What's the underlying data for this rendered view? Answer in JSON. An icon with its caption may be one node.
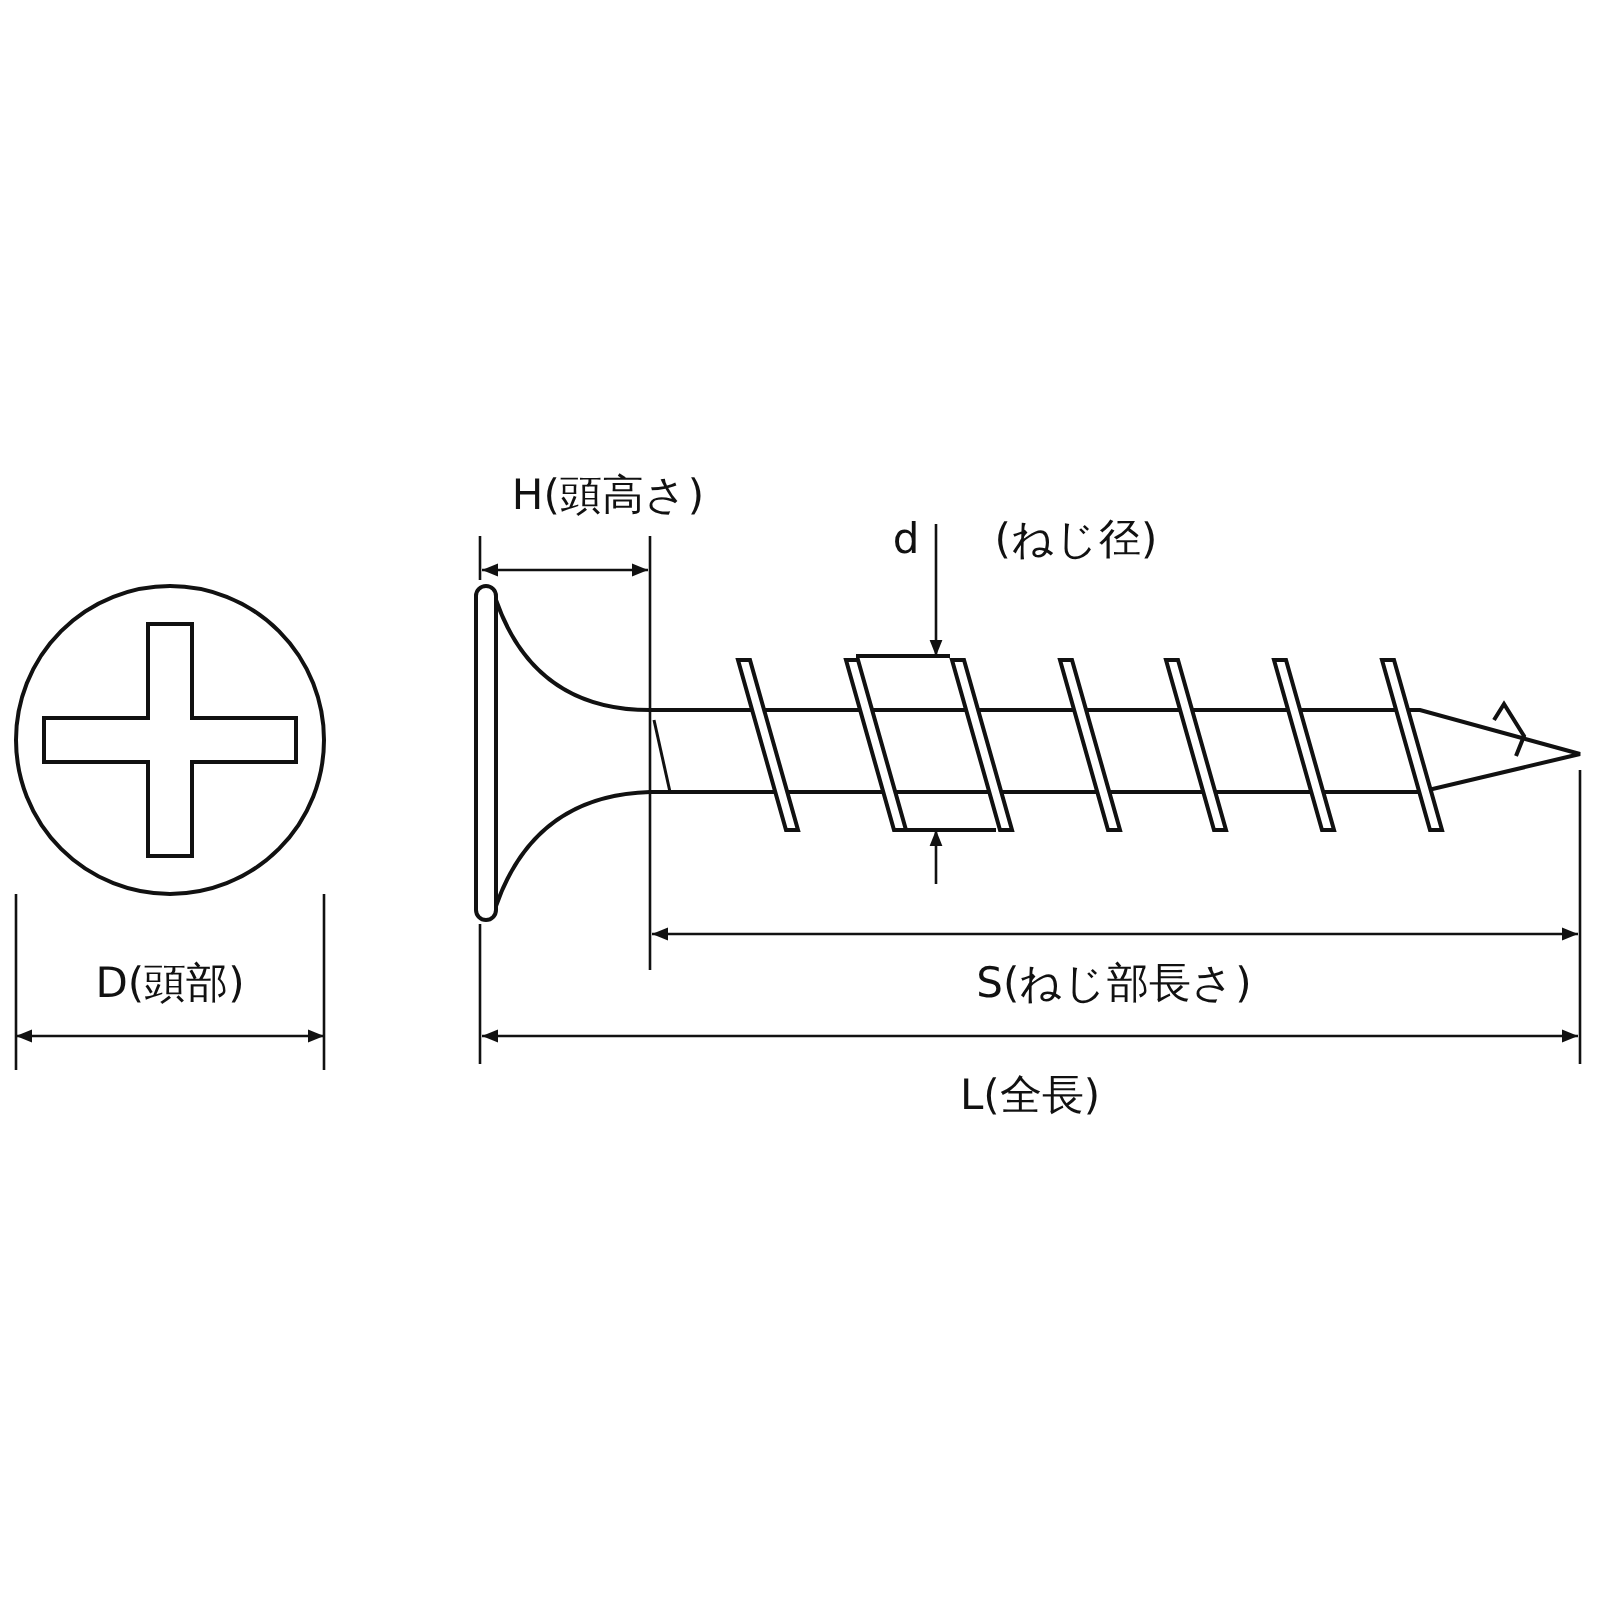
{
  "diagram": {
    "labels": [
      "H(頭高さ)",
      "d",
      "(ねじ径)",
      "D(頭部)",
      "S(ねじ部長さ)",
      "L(全長)"
    ]
  }
}
